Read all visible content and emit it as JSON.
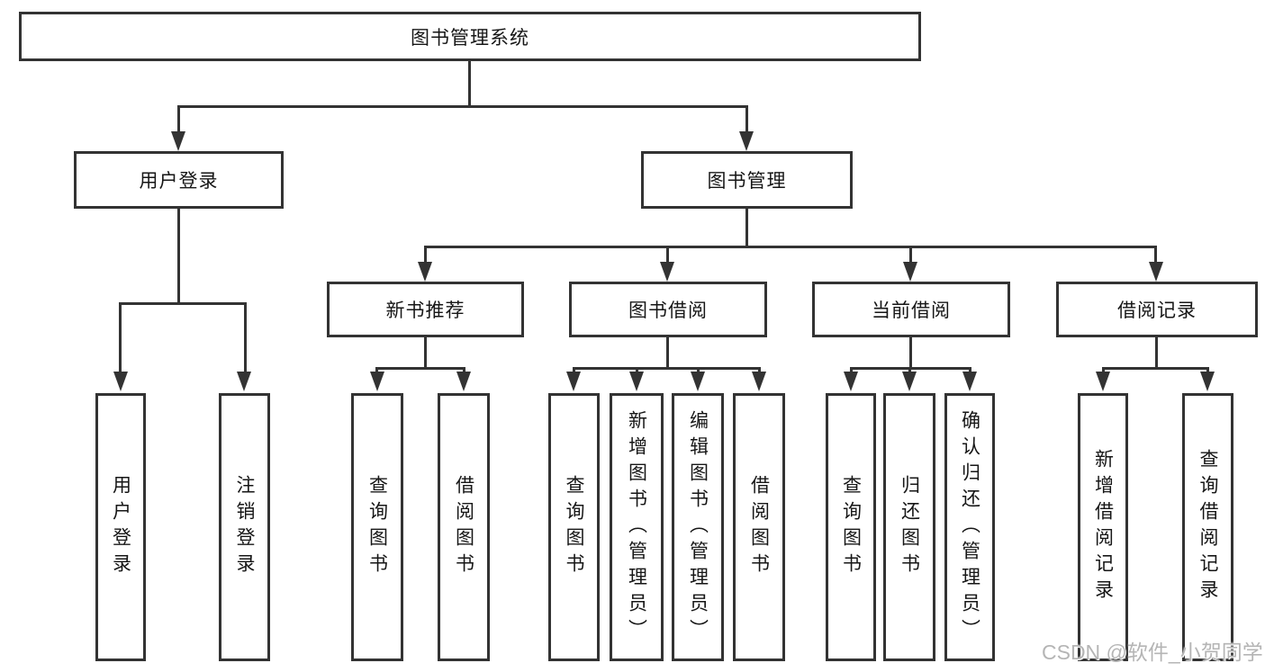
{
  "tree": {
    "root": {
      "label": "图书管理系统"
    },
    "level2": [
      {
        "label": "用户登录"
      },
      {
        "label": "图书管理"
      }
    ],
    "level3": [
      {
        "label": "新书推荐"
      },
      {
        "label": "图书借阅"
      },
      {
        "label": "当前借阅"
      },
      {
        "label": "借阅记录"
      }
    ],
    "leaves": [
      {
        "label": "用户登录",
        "parent": "用户登录"
      },
      {
        "label": "注销登录",
        "parent": "用户登录"
      },
      {
        "label": "查询图书",
        "parent": "新书推荐"
      },
      {
        "label": "借阅图书",
        "parent": "新书推荐"
      },
      {
        "label": "查询图书",
        "parent": "图书借阅"
      },
      {
        "label": "新增图书（管理员）",
        "parent": "图书借阅"
      },
      {
        "label": "编辑图书（管理员）",
        "parent": "图书借阅"
      },
      {
        "label": "借阅图书",
        "parent": "图书借阅"
      },
      {
        "label": "查询图书",
        "parent": "当前借阅"
      },
      {
        "label": "归还图书",
        "parent": "当前借阅"
      },
      {
        "label": "确认归还（管理员）",
        "parent": "当前借阅"
      },
      {
        "label": "新增借阅记录",
        "parent": "借阅记录"
      },
      {
        "label": "查询借阅记录",
        "parent": "借阅记录"
      }
    ]
  },
  "watermark": {
    "text": "CSDN @软件_小贺同学"
  },
  "colors": {
    "line": "#333333",
    "text": "#161616",
    "background": "#ffffff",
    "watermark": "#b5b5b5"
  }
}
